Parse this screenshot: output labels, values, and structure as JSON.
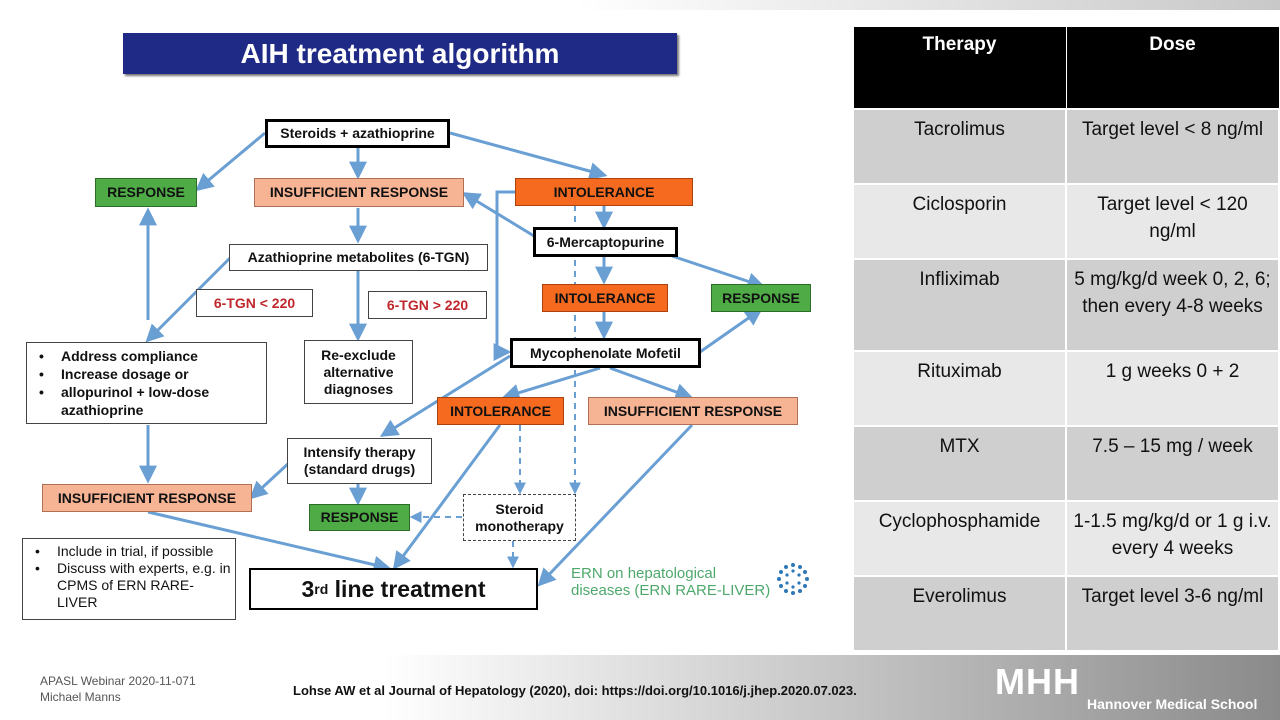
{
  "title": "AIH treatment algorithm",
  "diagram": {
    "steroids_aza": "Steroids + azathioprine",
    "response_1": "RESPONSE",
    "insufficient_1": "INSUFFICIENT RESPONSE",
    "intolerance_1": "INTOLERANCE",
    "mercaptopurine": "6-Mercaptopurine",
    "aza_metabolites": "Azathioprine metabolites (6-TGN)",
    "tgn_low": "6-TGN < 220",
    "tgn_high": "6-TGN > 220",
    "intolerance_2": "INTOLERANCE",
    "response_2": "RESPONSE",
    "address_items": [
      "Address compliance",
      "Increase dosage or",
      "allopurinol + low-dose azathioprine"
    ],
    "reexclude": "Re-exclude alternative diagnoses",
    "mmf": "Mycophenolate Mofetil",
    "intolerance_3": "INTOLERANCE",
    "insufficient_3": "INSUFFICIENT RESPONSE",
    "intensify": "Intensify therapy (standard drugs)",
    "insufficient_2": "INSUFFICIENT RESPONSE",
    "response_3": "RESPONSE",
    "steroid_mono": "Steroid monotherapy",
    "trial_items": [
      "Include in trial, if possible",
      "Discuss with experts, e.g. in CPMS of ERN RARE-LIVER"
    ],
    "third_line_num": "3",
    "third_line_sup": "rd",
    "third_line_text": " line treatment",
    "ern_text": "ERN on hepatological diseases (ERN RARE-LIVER)"
  },
  "table": {
    "headers": [
      "Therapy",
      "Dose"
    ],
    "rows": [
      {
        "therapy": "Tacrolimus",
        "dose": "Target level < 8 ng/ml"
      },
      {
        "therapy": "Ciclosporin",
        "dose": "Target level < 120 ng/ml"
      },
      {
        "therapy": "Infliximab",
        "dose": "5 mg/kg/d week 0, 2, 6; then every 4-8 weeks"
      },
      {
        "therapy": "Rituximab",
        "dose": "1 g weeks 0 + 2"
      },
      {
        "therapy": "MTX",
        "dose": "7.5 – 15 mg / week"
      },
      {
        "therapy": "Cyclophosphamide",
        "dose": "1-1.5 mg/kg/d or 1 g i.v. every 4 weeks"
      },
      {
        "therapy": "Everolimus",
        "dose": "Target level 3-6 ng/ml"
      }
    ]
  },
  "footer": {
    "webinar": "APASL Webinar 2020-11-071",
    "author": "Michael Manns",
    "citation": "Lohse AW  et al  Journal of Hepatology (2020), doi: https://doi.org/10.1016/j.jhep.2020.07.023.",
    "logo": "MHH",
    "institution": "Hannover Medical School"
  },
  "colors": {
    "banner": "#1f2a86",
    "arrow": "#6a9fd4",
    "response": "#4eab46",
    "insufficient": "#f6b495",
    "intolerance": "#f56a1f"
  }
}
